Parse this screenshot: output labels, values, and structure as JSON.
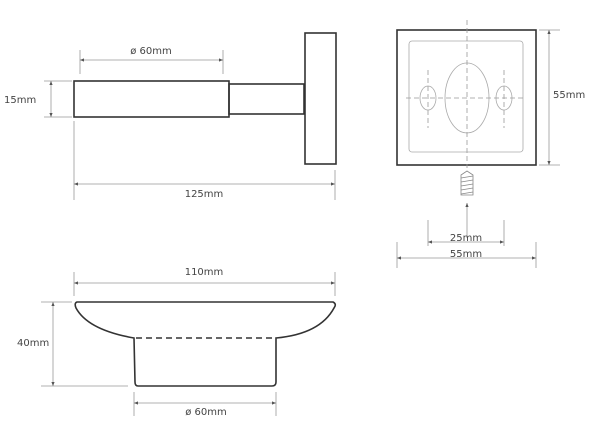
{
  "side_view": {
    "diameter_label": "ø 60mm",
    "height_label": "15mm",
    "length_label": "125mm"
  },
  "front_view": {
    "height_label": "55mm",
    "hole_spacing_label": "25mm",
    "width_label": "55mm"
  },
  "dish_view": {
    "width_label": "110mm",
    "height_label": "40mm",
    "base_diameter_label": "ø 60mm"
  }
}
